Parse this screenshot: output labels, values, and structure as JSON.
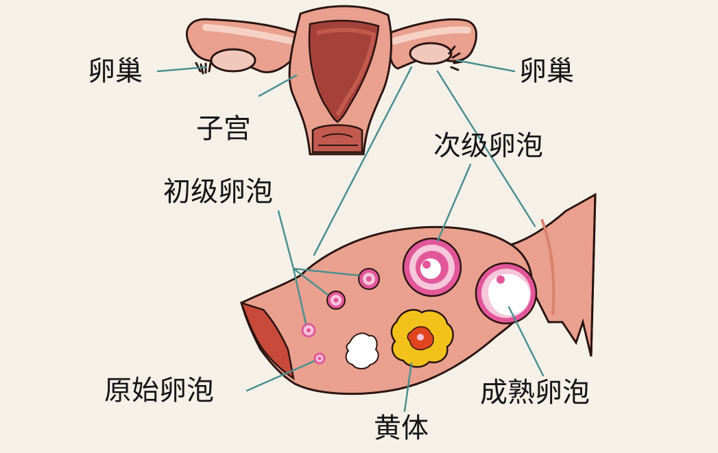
{
  "colors": {
    "background": "#f6f1e8",
    "tissue": "#e9a08e",
    "tissue_dark": "#d9816e",
    "outline": "#2a1410",
    "uterus_cavity": "#a6413a",
    "leader_line": "#4a8f8f",
    "follicle_pink": "#e2579a",
    "follicle_light": "#f6c6da",
    "corpus_luteum": "#f2c21b",
    "corpus_luteum_center": "#e0451f"
  },
  "labels": {
    "ovary_left": "卵巢",
    "ovary_right": "卵巢",
    "uterus": "子宫",
    "secondary_follicle": "次级卵泡",
    "primary_follicle": "初级卵泡",
    "primordial_follicle": "原始卵泡",
    "corpus_luteum": "黄体",
    "mature_follicle": "成熟卵泡"
  }
}
